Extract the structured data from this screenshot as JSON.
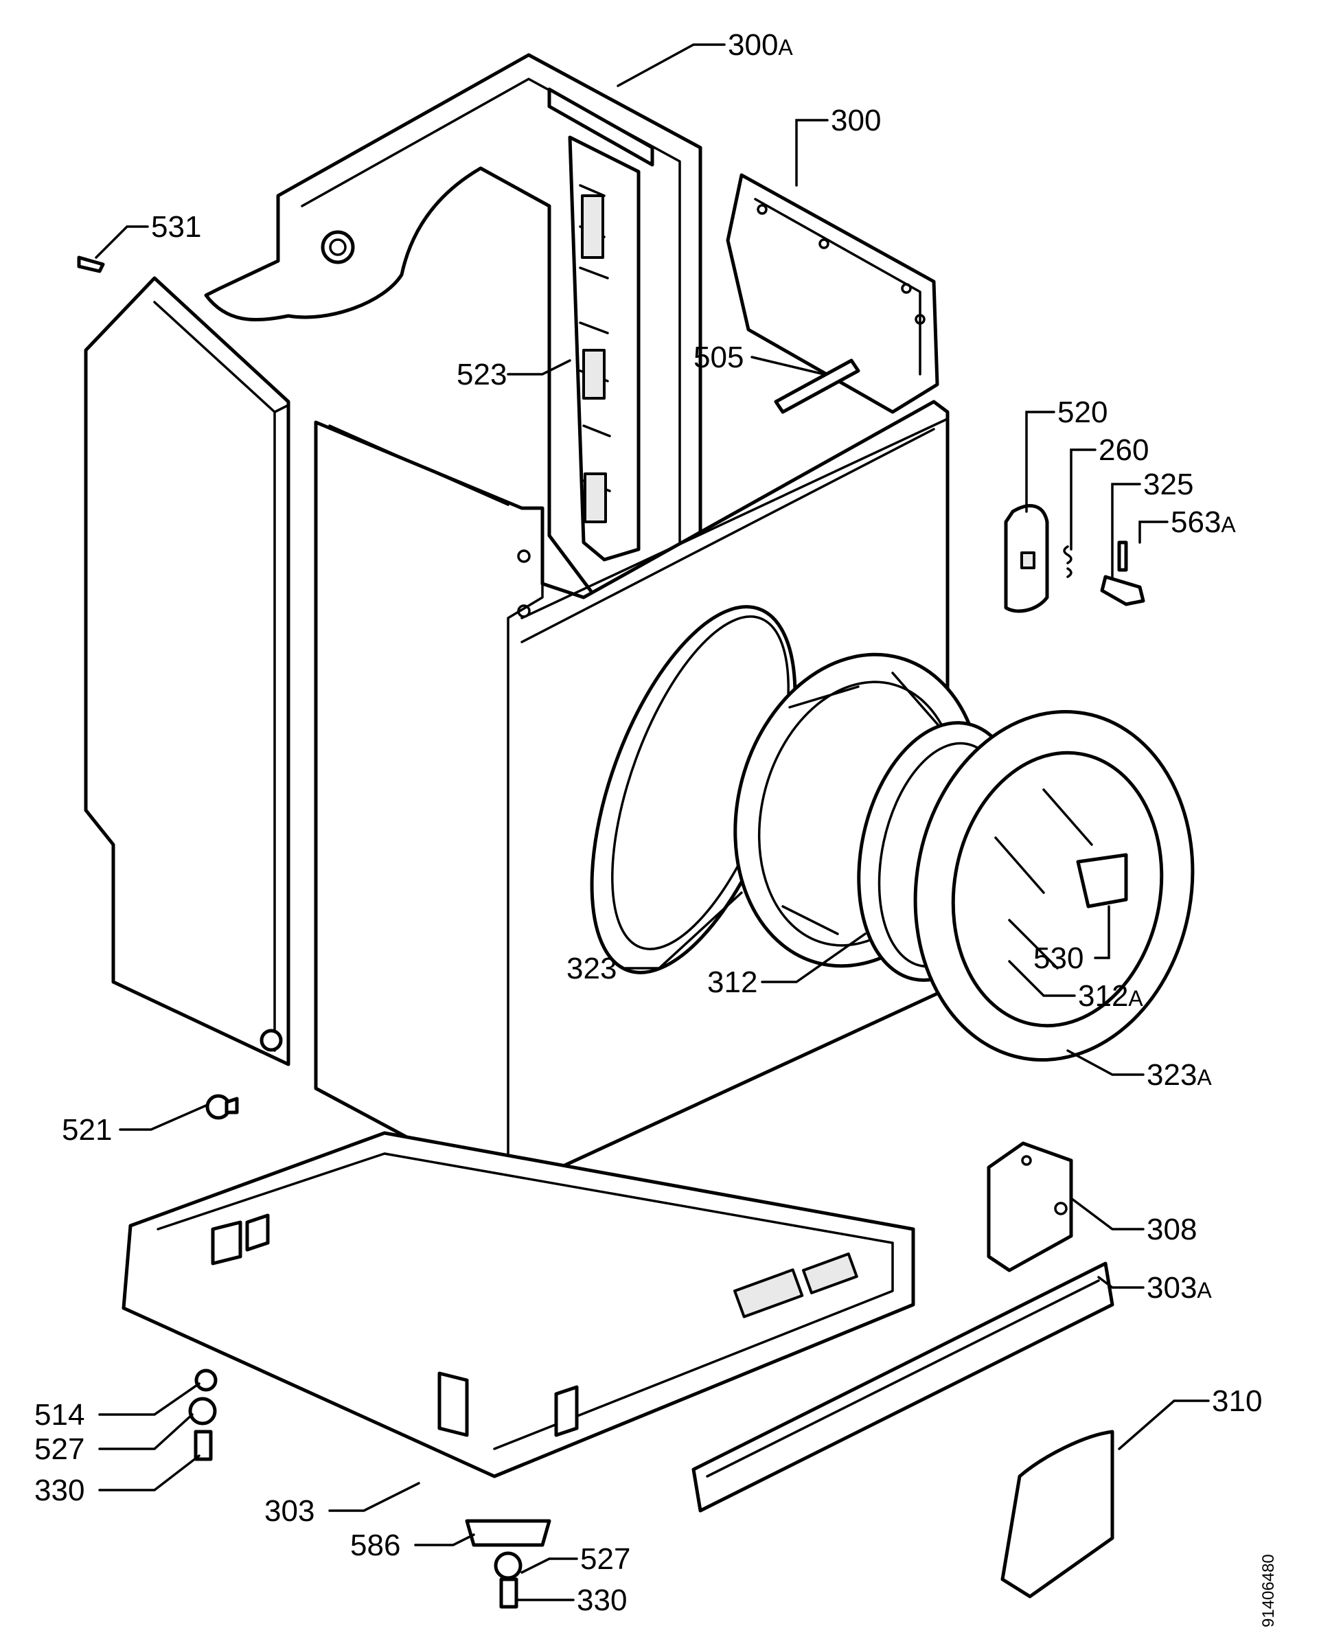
{
  "diagram": {
    "type": "exploded-parts-view",
    "document_number": "91406480",
    "callouts": [
      {
        "id": "c300A",
        "number": "300",
        "suffix": "A"
      },
      {
        "id": "c300",
        "number": "300",
        "suffix": ""
      },
      {
        "id": "c531",
        "number": "531",
        "suffix": ""
      },
      {
        "id": "c523",
        "number": "523",
        "suffix": ""
      },
      {
        "id": "c505",
        "number": "505",
        "suffix": ""
      },
      {
        "id": "c520",
        "number": "520",
        "suffix": ""
      },
      {
        "id": "c260",
        "number": "260",
        "suffix": ""
      },
      {
        "id": "c325",
        "number": "325",
        "suffix": ""
      },
      {
        "id": "c563A",
        "number": "563",
        "suffix": "A"
      },
      {
        "id": "c530",
        "number": "530",
        "suffix": ""
      },
      {
        "id": "c323",
        "number": "323",
        "suffix": ""
      },
      {
        "id": "c312",
        "number": "312",
        "suffix": ""
      },
      {
        "id": "c312A",
        "number": "312",
        "suffix": "A"
      },
      {
        "id": "c323A",
        "number": "323",
        "suffix": "A"
      },
      {
        "id": "c521",
        "number": "521",
        "suffix": ""
      },
      {
        "id": "c308",
        "number": "308",
        "suffix": ""
      },
      {
        "id": "c303A",
        "number": "303",
        "suffix": "A"
      },
      {
        "id": "c310",
        "number": "310",
        "suffix": ""
      },
      {
        "id": "c514",
        "number": "514",
        "suffix": ""
      },
      {
        "id": "c527a",
        "number": "527",
        "suffix": ""
      },
      {
        "id": "c330a",
        "number": "330",
        "suffix": ""
      },
      {
        "id": "c303",
        "number": "303",
        "suffix": ""
      },
      {
        "id": "c586",
        "number": "586",
        "suffix": ""
      },
      {
        "id": "c527b",
        "number": "527",
        "suffix": ""
      },
      {
        "id": "c330b",
        "number": "330",
        "suffix": ""
      }
    ]
  }
}
